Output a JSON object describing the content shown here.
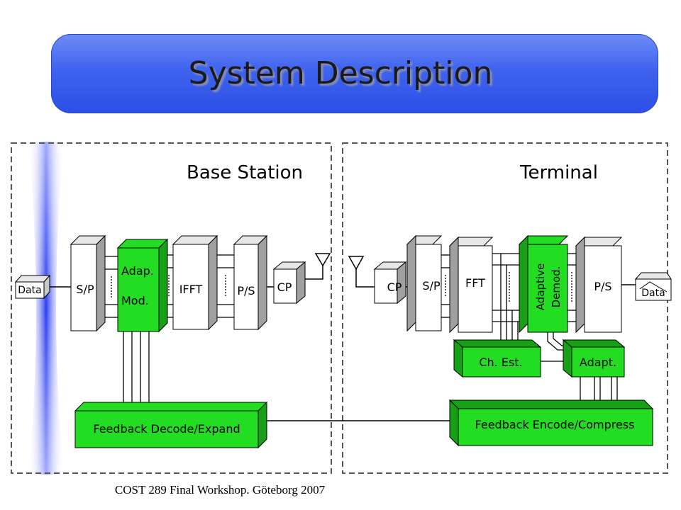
{
  "title": "System Description",
  "footer": "COST 289 Final Workshop. Göteborg 2007",
  "base_station": {
    "heading": "Base Station",
    "data_label": "Data",
    "sp_label": "S/P",
    "mod_line1": "Adap.",
    "mod_line2": "Mod.",
    "ifft_label": "IFFT",
    "ps_label": "P/S",
    "cp_label": "CP",
    "feedback_label": "Feedback Decode/Expand"
  },
  "terminal": {
    "heading": "Terminal",
    "cp_label": "CP",
    "sp_label": "S/P",
    "fft_label": "FFT",
    "demod_line1": "Adaptive",
    "demod_line2": "Demod.",
    "ps_label": "P/S",
    "data_label": "Data",
    "chest_label": "Ch. Est.",
    "adapt_label": "Adapt.",
    "feedback_label": "Feedback Encode/Compress"
  },
  "colors": {
    "green": "#22dd22",
    "gray_side": "#a0a0a0",
    "banner": "#3f63ee"
  }
}
